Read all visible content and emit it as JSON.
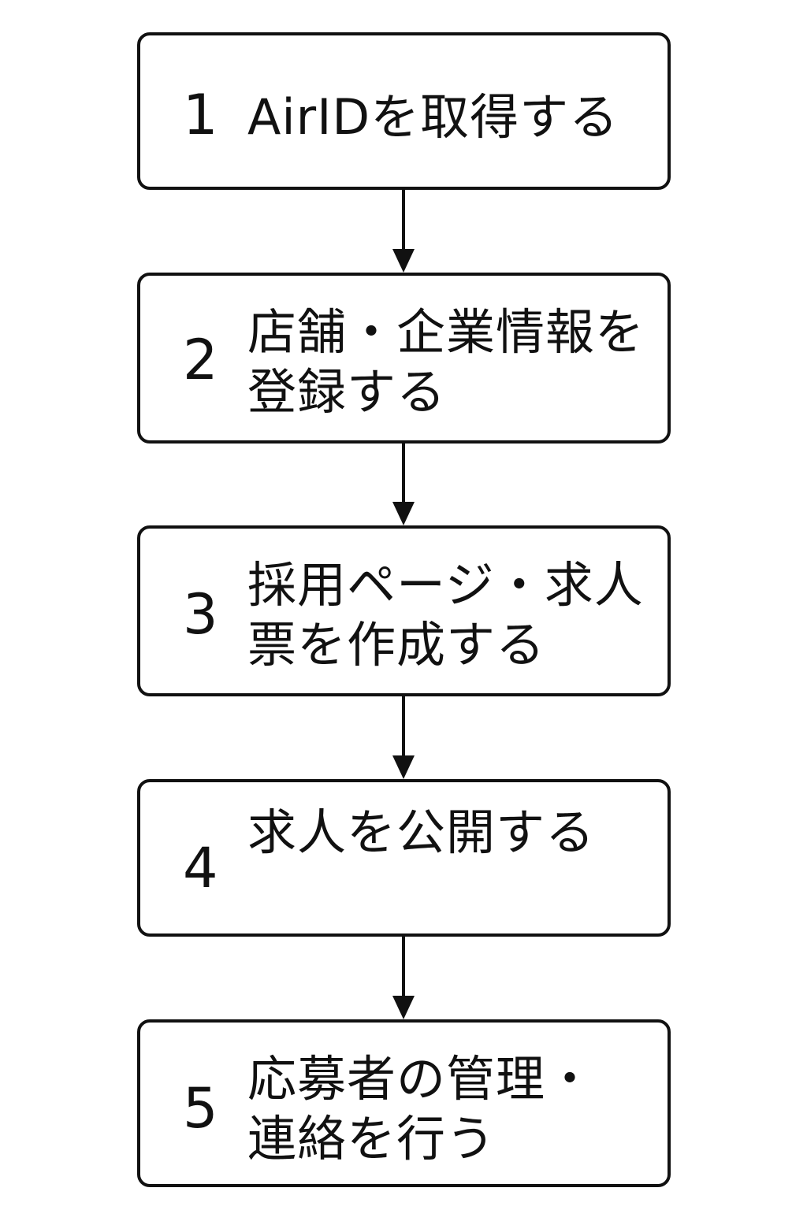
{
  "steps": [
    {
      "number": "1",
      "label": "AirIDを取得する"
    },
    {
      "number": "2",
      "label": "店舗・企業情報を\n登録する"
    },
    {
      "number": "3",
      "label": "採用ページ・求人\n票を作成する"
    },
    {
      "number": "4",
      "label": "求人を公開する"
    },
    {
      "number": "5",
      "label": "応募者の管理・\n連絡を行う"
    }
  ],
  "colors": {
    "stroke": "#111111",
    "background": "#ffffff"
  }
}
